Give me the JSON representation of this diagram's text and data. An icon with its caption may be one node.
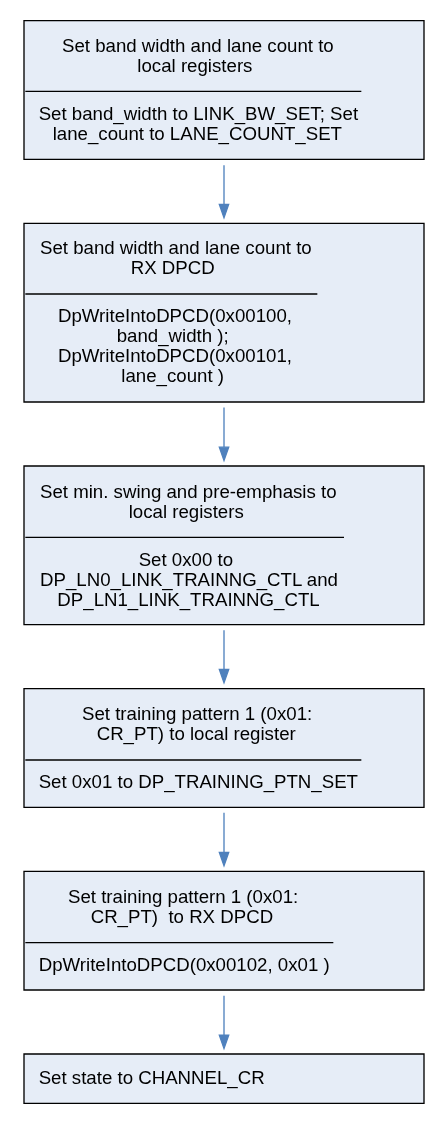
{
  "diagram": {
    "nodes": [
      {
        "text": [
          "Set band width and lane count to local registers",
          "Set band_width to LINK_BW_SET; Set lane_count to LANE_COUNT_SET"
        ]
      },
      {
        "text": [
          "Set band width and lane count to RX DPCD",
          "DpWriteIntoDPCD(0x00100, band_width ); DpWriteIntoDPCD(0x00101, lane_count )"
        ]
      },
      {
        "text": [
          "Set min. swing and pre-emphasis to local registers",
          "Set 0x00 to DP_LN0_LINK_TRAINNG_CTL and DP_LN1_LINK_TRAINNG_CTL"
        ]
      },
      {
        "text": [
          "Set training pattern 1 (0x01: CR_PT) to local register",
          "Set 0x01 to DP_TRAINING_PTN_SET"
        ]
      },
      {
        "text": [
          "Set training pattern 1 (0x01: CR_PT)  to RX DPCD",
          "DpWriteIntoDPCD(0x00102, 0x01 )"
        ]
      },
      {
        "text": [
          "Set state to CHANNEL_CR"
        ]
      }
    ],
    "edges": [
      {
        "from": 0,
        "to": 1,
        "arrow": "to"
      },
      {
        "from": 1,
        "to": 2,
        "arrow": "to"
      },
      {
        "from": 2,
        "to": 3,
        "arrow": "to"
      },
      {
        "from": 3,
        "to": 4,
        "arrow": "to"
      },
      {
        "from": 4,
        "to": 5,
        "arrow": "to"
      }
    ]
  }
}
